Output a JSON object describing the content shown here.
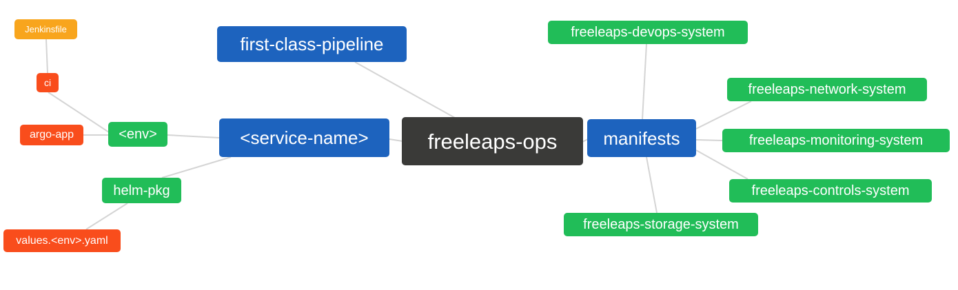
{
  "colors": {
    "root_bg": "#3a3a38",
    "branch_bg": "#1d63be",
    "leaf_green_bg": "#21bd58",
    "leaf_red_bg": "#f94d1c",
    "leaf_orange_bg": "#f8a51d",
    "edge": "#d4d4d4",
    "node_text": "#ffffff",
    "background": "#ffffff"
  },
  "nodes": {
    "root": {
      "label": "freeleaps-ops"
    },
    "first_class_pipeline": {
      "label": "first-class-pipeline"
    },
    "service_name": {
      "label": "<service-name>"
    },
    "env": {
      "label": "<env>"
    },
    "ci": {
      "label": "ci"
    },
    "jenkinsfile": {
      "label": "Jenkinsfile"
    },
    "argo_app": {
      "label": "argo-app"
    },
    "helm_pkg": {
      "label": "helm-pkg"
    },
    "values_env_yaml": {
      "label": "values.<env>.yaml"
    },
    "manifests": {
      "label": "manifests"
    },
    "devops_system": {
      "label": "freeleaps-devops-system"
    },
    "network_system": {
      "label": "freeleaps-network-system"
    },
    "monitoring_system": {
      "label": "freeleaps-monitoring-system"
    },
    "controls_system": {
      "label": "freeleaps-controls-system"
    },
    "storage_system": {
      "label": "freeleaps-storage-system"
    }
  },
  "edges": [
    {
      "from": "jenkinsfile",
      "to": "ci"
    },
    {
      "from": "ci",
      "to": "env"
    },
    {
      "from": "argo_app",
      "to": "env"
    },
    {
      "from": "env",
      "to": "service_name"
    },
    {
      "from": "helm_pkg",
      "to": "service_name"
    },
    {
      "from": "values_env_yaml",
      "to": "helm_pkg"
    },
    {
      "from": "service_name",
      "to": "root"
    },
    {
      "from": "first_class_pipeline",
      "to": "root"
    },
    {
      "from": "root",
      "to": "manifests"
    },
    {
      "from": "manifests",
      "to": "devops_system"
    },
    {
      "from": "manifests",
      "to": "network_system"
    },
    {
      "from": "manifests",
      "to": "monitoring_system"
    },
    {
      "from": "manifests",
      "to": "controls_system"
    },
    {
      "from": "manifests",
      "to": "storage_system"
    }
  ]
}
